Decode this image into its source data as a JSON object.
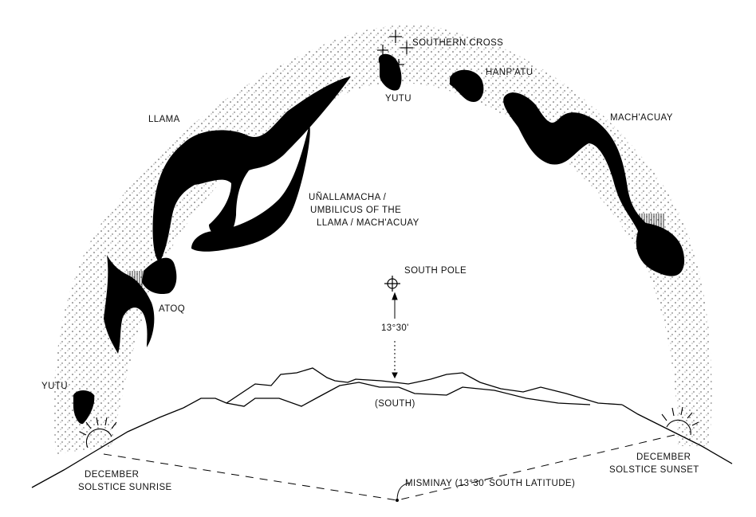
{
  "diagram": {
    "title": "Andean dark-cloud constellations over Misminay at the December solstice",
    "colors": {
      "ink": "#000000",
      "background": "#ffffff",
      "milky_way_stipple": "#222222"
    },
    "constellations": {
      "southern_cross": "SOUTHERN CROSS",
      "yutu_top": "YUTU",
      "hanpatu": "HANP'ATU",
      "llama": "LLAMA",
      "machacuay": "MACH'ACUAY",
      "unallamacha_line1": "UÑALLAMACHA /",
      "unallamacha_line2": "UMBILICUS OF THE",
      "unallamacha_line3": "LLAMA / MACH'ACUAY",
      "atoq": "ATOQ",
      "yutu_bottom": "YUTU"
    },
    "markers": {
      "south_pole": "SOUTH POLE",
      "altitude": "13°30'",
      "south_direction": "(SOUTH)",
      "sunrise_line1": "DECEMBER",
      "sunrise_line2": "SOLSTICE SUNRISE",
      "sunset_line1": "DECEMBER",
      "sunset_line2": "SOLSTICE SUNSET",
      "observer": "MISMINAY (13°30' SOUTH LATITUDE)"
    },
    "icons": {
      "south_pole_marker": "crosshair-circle-icon",
      "sun": "rising-sun-icon",
      "star": "four-point-star-icon"
    }
  }
}
